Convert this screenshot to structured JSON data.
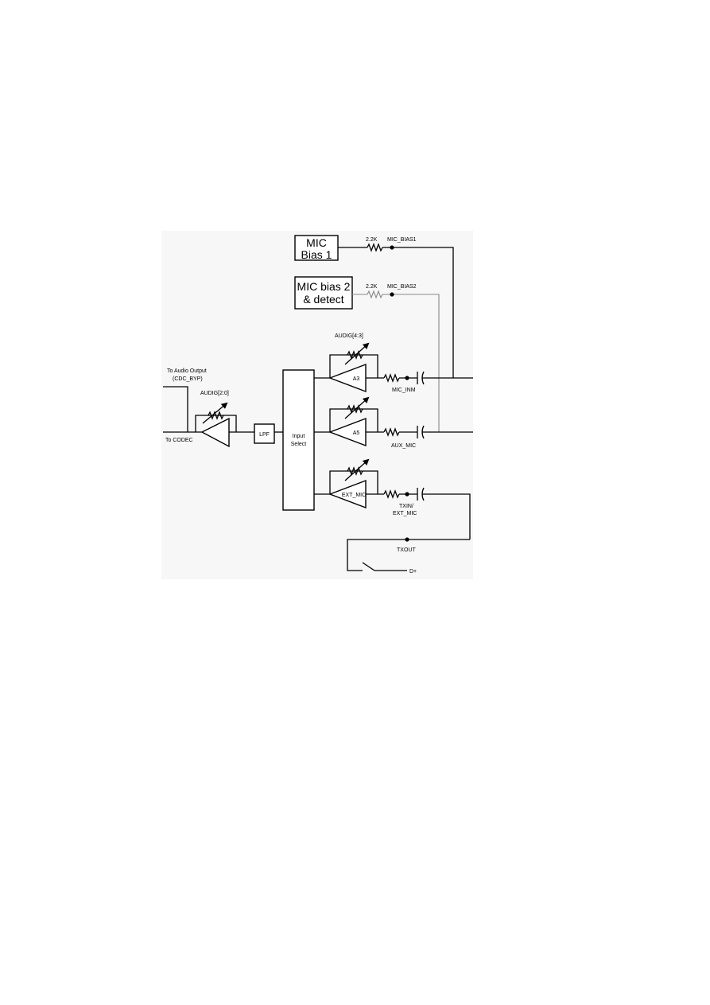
{
  "labels": {
    "mic_bias1_line1": "MIC",
    "mic_bias1_line2": "Bias 1",
    "mic_bias2_line1": "MIC bias 2",
    "mic_bias2_line2": "& detect",
    "res_bias1": "2.2K",
    "res_bias2": "2.2K",
    "net_bias1": "MIC_BIAS1",
    "net_bias2": "MIC_BIAS2",
    "audig_43": "AUDIG[4:3]",
    "audig_20": "AUDIG[2:0]",
    "to_audio_output_line1": "To Audio Output",
    "to_audio_output_line2": "(CDC_BYP)",
    "to_codec": "To CODEC",
    "lpf": "LPF",
    "input_select_line1": "Input",
    "input_select_line2": "Select",
    "amp_a3": "A3",
    "amp_a5": "A5",
    "amp_ext": "EXT_MIC",
    "net_mic_inm": "MIC_INM",
    "net_aux_mic": "AUX_MIC",
    "net_txin_line1": "TXIN/",
    "net_txin_line2": "EXT_MIC",
    "net_txout": "TXOUT",
    "net_dplus": "D+"
  }
}
